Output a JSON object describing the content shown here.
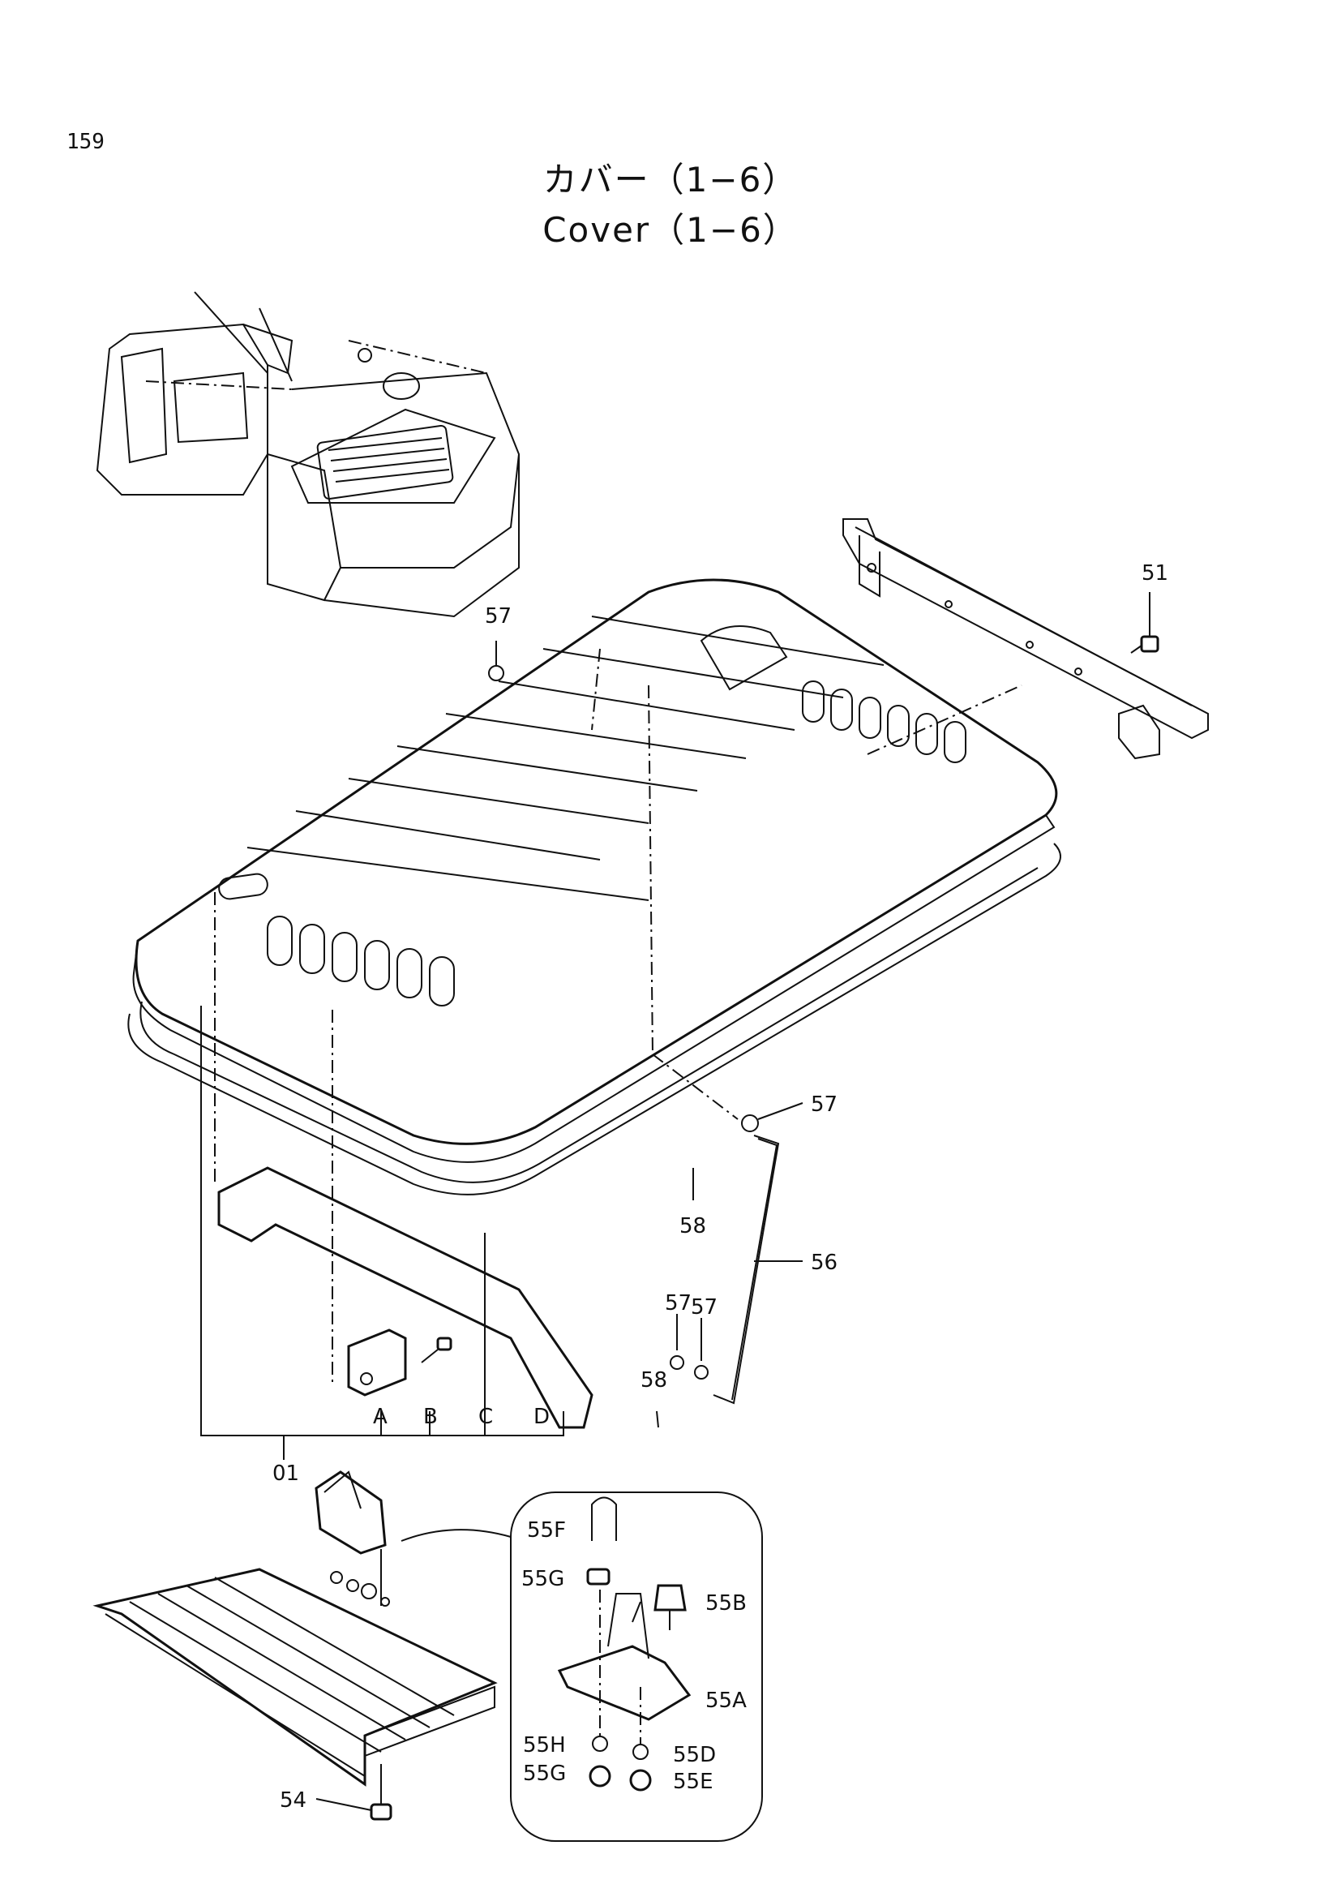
{
  "page_number": "159",
  "title_jp": "カバー（1−6）",
  "title_en": "Cover（1−6）",
  "labels": {
    "p51": "51",
    "p57_top": "57",
    "p57_right": "57",
    "p58_upper": "58",
    "p56": "56",
    "p57_lower_a": "57",
    "p57_lower_b": "57",
    "p58_lower": "58",
    "pA": "A",
    "pB": "B",
    "pC": "C",
    "pD": "D",
    "p01": "01",
    "p55F": "55F",
    "p55G_top": "55G",
    "p55B": "55B",
    "p55A": "55A",
    "p55H": "55H",
    "p55D": "55D",
    "p55G_bottom": "55G",
    "p55E": "55E",
    "p54": "54"
  }
}
